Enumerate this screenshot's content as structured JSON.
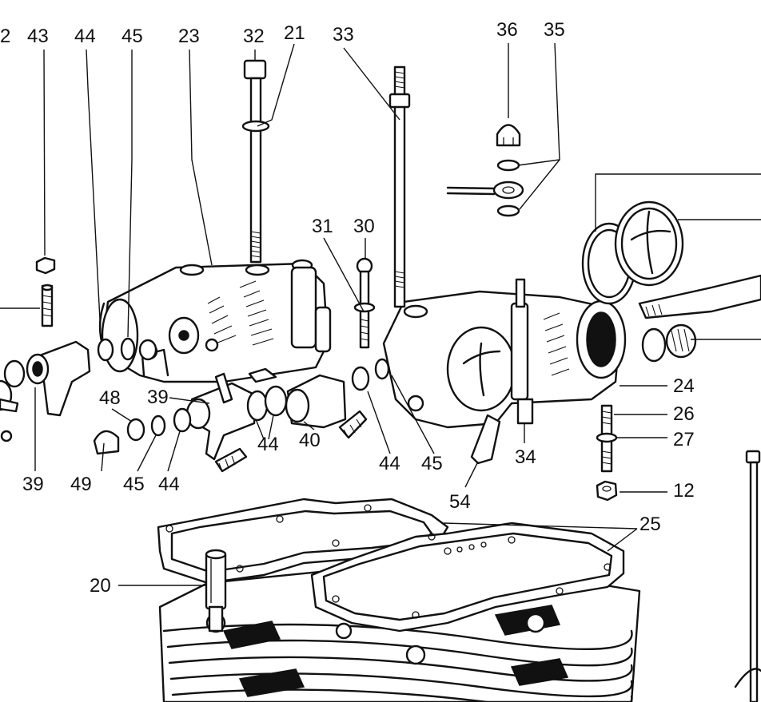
{
  "diagram": {
    "labels": {
      "n2": "2",
      "n43": "43",
      "n44a": "44",
      "n45a": "45",
      "n23": "23",
      "n32": "32",
      "n21": "21",
      "n33": "33",
      "n36": "36",
      "n35": "35",
      "n31": "31",
      "n30": "30",
      "n24": "24",
      "n26": "26",
      "n27": "27",
      "n12": "12",
      "n48": "48",
      "n39a": "39",
      "n39b": "39",
      "n49": "49",
      "n45b": "45",
      "n44b": "44",
      "n44c": "44",
      "n40": "40",
      "n44d": "44",
      "n45c": "45",
      "n34": "34",
      "n54": "54",
      "n25": "25",
      "n20": "20"
    }
  }
}
